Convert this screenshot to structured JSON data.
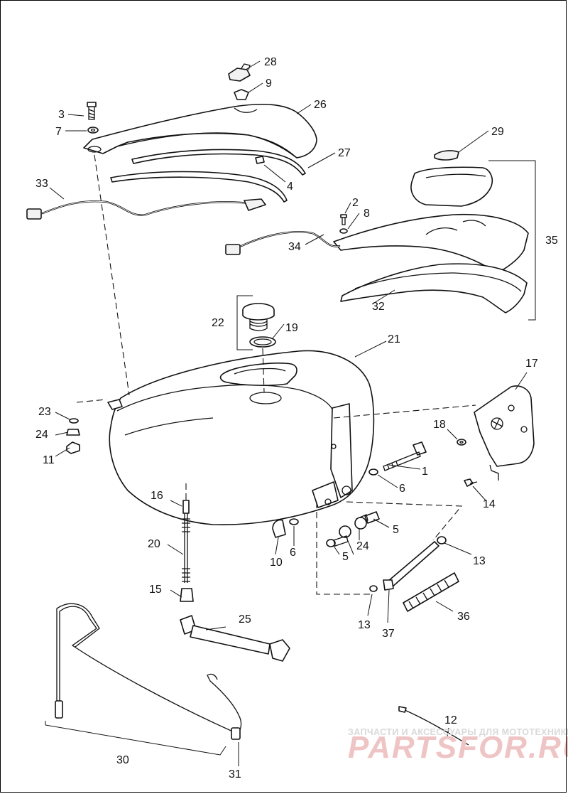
{
  "callouts": {
    "c1": "1",
    "c2": "2",
    "c3": "3",
    "c4": "4",
    "c5a": "5",
    "c5b": "5",
    "c6a": "6",
    "c6b": "6",
    "c7": "7",
    "c8": "8",
    "c9": "9",
    "c10": "10",
    "c11": "11",
    "c12": "12",
    "c13a": "13",
    "c13b": "13",
    "c14": "14",
    "c15": "15",
    "c16": "16",
    "c17": "17",
    "c18": "18",
    "c19": "19",
    "c20": "20",
    "c21": "21",
    "c22": "22",
    "c23": "23",
    "c24a": "24",
    "c24b": "24",
    "c25": "25",
    "c26": "26",
    "c27": "27",
    "c28": "28",
    "c29": "29",
    "c30": "30",
    "c31": "31",
    "c32": "32",
    "c33": "33",
    "c34": "34",
    "c35": "35",
    "c36": "36",
    "c37": "37"
  },
  "watermark": {
    "caption": "ЗАПЧАСТИ И АКСЕССУАРЫ ДЛЯ МОТОТЕХНИКИ",
    "brand": "PARTSFOR.RU"
  },
  "colors": {
    "line": "#111111",
    "background": "#ffffff",
    "watermark_brand": "#efc4c4",
    "watermark_caption": "#d9d9d9"
  }
}
